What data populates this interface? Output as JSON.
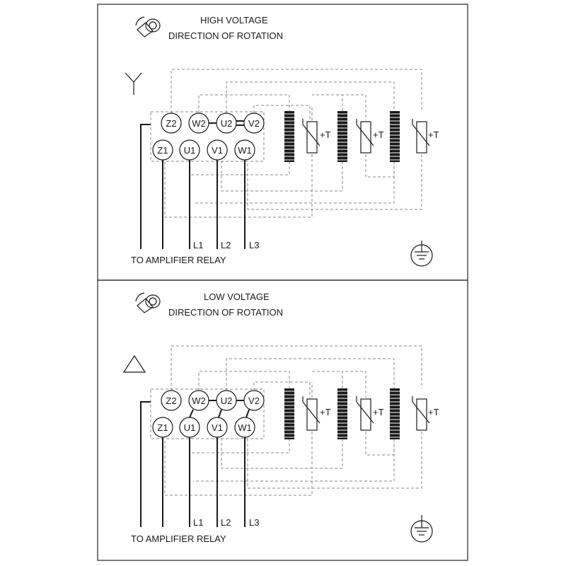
{
  "panels": [
    {
      "title_line1": "HIGH VOLTAGE",
      "title_line2": "DIRECTION OF ROTATION",
      "connection_symbol": "star-symbol",
      "terminals_top": [
        "Z2",
        "W2",
        "U2",
        "V2"
      ],
      "terminals_bottom": [
        "Z1",
        "U1",
        "V1",
        "W1"
      ],
      "thermistor_label": "+T",
      "line_labels": [
        "L1",
        "L2",
        "L3"
      ],
      "relay_label": "TO AMPLIFIER RELAY"
    },
    {
      "title_line1": "LOW VOLTAGE",
      "title_line2": "DIRECTION OF ROTATION",
      "connection_symbol": "delta-symbol",
      "terminals_top": [
        "Z2",
        "W2",
        "U2",
        "V2"
      ],
      "terminals_bottom": [
        "Z1",
        "U1",
        "V1",
        "W1"
      ],
      "thermistor_label": "+T",
      "line_labels": [
        "L1",
        "L2",
        "L3"
      ],
      "relay_label": "TO AMPLIFIER RELAY"
    }
  ]
}
